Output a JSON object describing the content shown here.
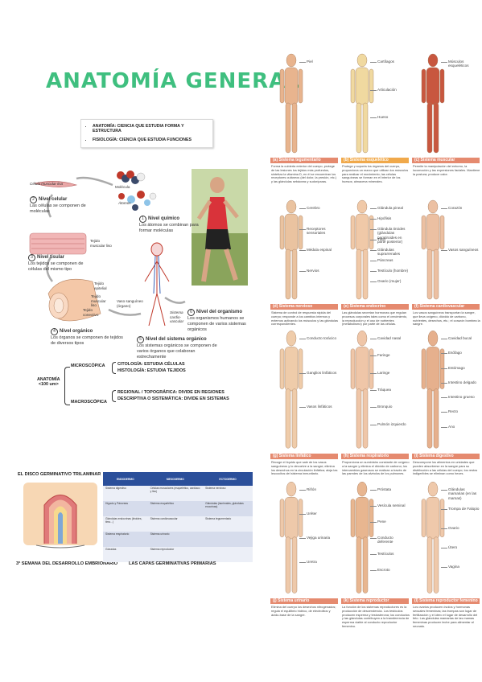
{
  "title": "ANATOMÍA GENERAL",
  "definitions": [
    "ANATOMÍA: CIENCIA QUE ESTUDIA FORMA Y ESTRUCTURA",
    "FISIOLOGÍA: CIENCIA QUE ESTUDIA FUNCIONES"
  ],
  "levels": {
    "chemical": {
      "num": "1",
      "title": "Nivel químico",
      "text": "Los átomos se combinan para formar moléculas",
      "atoms": "Átomos",
      "molecule": "Molécula"
    },
    "cellular": {
      "num": "2",
      "title": "Nivel celular",
      "text": "Las células se componen de moléculas",
      "cell": "Célula muscular lisa"
    },
    "tissue": {
      "num": "3",
      "title": "Nivel tisular",
      "text": "Los tejidos se componen de células del mismo tipo",
      "label": "Tejido muscular liso"
    },
    "organ": {
      "num": "4",
      "title": "Nivel orgánico",
      "text": "Los órganos se componen de tejidos de diversos tipos",
      "l1": "Tejido epitelial",
      "l2": "Tejido muscular liso",
      "l3": "Tejido conectivo"
    },
    "system": {
      "num": "5",
      "title": "Nivel del sistema orgánico",
      "text": "Los sistemas orgánicos se componen de varios órganos que colaboran estrechamente",
      "vessel": "Vaso sanguíneo (órgano)",
      "cardio": "Sistema cardio-vascular"
    },
    "organism": {
      "num": "6",
      "title": "Nivel del organismo",
      "text": "Los organismos humanos se componen de varios sistemas orgánicos"
    }
  },
  "tree": {
    "root": "ANATOMÍA",
    "root_sub": "<100 um>",
    "micro": "MICROSCÓPICA",
    "micro_items": [
      "CITOLOGÍA: ESTUDIA CÉLULAS",
      "HISTOLOGÍA: ESTUDIA TEJIDOS"
    ],
    "macro": "MACROSCÓPICA",
    "macro_items": [
      "REGIONAL / TOPOGRÁFICA: DIVIDE EN REGIONES",
      "DESCRIPTIVA O SISTEMÁTICA: DIVIDE EN SISTEMAS"
    ]
  },
  "disc_title": "EL DISCO GERMINATIVO TRILAMINAR",
  "disc_caption": "3ª SEMANA DEL DESARROLLO EMBRIONARIO",
  "layers_caption": "LAS CAPAS GERMINATIVAS PRIMARIAS",
  "layers_table": {
    "headers": [
      "ENDODERMO",
      "MESODERMO",
      "ECTODERMO"
    ],
    "rows": [
      [
        "Sistema digestivo",
        "Células musculares (esquelético, cardíaco y liso)",
        "Sistema nervioso"
      ],
      [
        "Hígado y Páncreas",
        "Sistema esquelético",
        "Glándulas (lacrimales, glándulas exocrinas)"
      ],
      [
        "Glándulas endocrinas (tiroides, timo...)",
        "Sistema cardiovascular",
        "Sistema tegumentario"
      ],
      [
        "Sistema respiratorio",
        "Sistema urinario",
        ""
      ],
      [
        "Gónadas",
        "Sistema reproductor",
        ""
      ]
    ]
  },
  "systems": [
    {
      "label": "(a) Sistema tegumentario",
      "color": "#e58a6f",
      "desc": "Forma la cubierta exterior del cuerpo, protege de las lesiones los tejidos más profundos, sintetiza la vitamina D, en él se encuentran los receptores cutáneos (del dolor, la presión, etc.) y las glándulas sebáceas y sudoríparas.",
      "annotations": [
        "Piel"
      ]
    },
    {
      "label": "(b) Sistema esquelético",
      "color": "#f0a94b",
      "desc": "Protege y soporta los órganos del cuerpo, proporciona un marco que utilizan los músculos para realizar el movimiento; las células sanguíneas se forman en el interior de los huesos; almacena minerales.",
      "annotations": [
        "Cartílagos",
        "Articulación",
        "Hueso"
      ]
    },
    {
      "label": "(c) Sistema muscular",
      "color": "#e58a6f",
      "desc": "Permite la manipulación del entorno, la locomoción y las expresiones faciales. Mantiene la postura; produce calor.",
      "annotations": [
        "Músculos esqueléticos"
      ]
    },
    {
      "label": "(d) Sistema nervioso",
      "color": "#e58a6f",
      "desc": "Sistema de control de respuesta rápida del cuerpo; responde a los cambios internos y externos activando los músculos y las glándulas correspondientes.",
      "annotations": [
        "Cerebro",
        "Receptores sensoriales",
        "Médula espinal",
        "Nervios"
      ]
    },
    {
      "label": "(e) Sistema endocrino",
      "color": "#e58a6f",
      "desc": "Las glándulas secretan hormonas que regulan procesos corporales tales como el crecimiento, la reproducción y el uso de nutrientes (metabolismo) por parte de las células.",
      "annotations": [
        "Glándula pineal",
        "Hipófisis",
        "Glándula tiroides (glándulas paratiroides en parte posterior)",
        "Timo",
        "Glándulas suprarrenales",
        "Páncreas",
        "Testículo (hombre)",
        "Ovario (mujer)"
      ]
    },
    {
      "label": "(f) Sistema cardiovascular",
      "color": "#e58a6f",
      "desc": "Los vasos sanguíneos transportan la sangre, que lleva oxígeno, dióxido de carbono, nutrientes, desechos, etc.; el corazón bombea la sangre.",
      "annotations": [
        "Corazón",
        "Vasos sanguíneos"
      ]
    },
    {
      "label": "(g) Sistema linfático",
      "color": "#e58a6f",
      "desc": "Recoge el líquido que sale de los vasos sanguíneos y lo devuelve a la sangre; elimina los desechos en la circulación linfática; aloja las leucocitos del sistema inmunitario.",
      "annotations": [
        "Conducto torácico",
        "Ganglios linfáticos",
        "Vasos linfáticos"
      ]
    },
    {
      "label": "(h) Sistema respiratorio",
      "color": "#e58a6f",
      "desc": "Proporciona un suministro constante de oxígeno a la sangre y elimina el dióxido de carbono; los intercambios gaseosos se realizan a través de las paredes de los alvéolos de los pulmones.",
      "annotations": [
        "Cavidad nasal",
        "Faringe",
        "Laringe",
        "Tráquea",
        "Bronquio",
        "Pulmón izquierdo"
      ]
    },
    {
      "label": "(i) Sistema digestivo",
      "color": "#e58a6f",
      "desc": "Descompone los alimentos en unidades que pueden absorberse en la sangre para su distribución a las células del cuerpo; los restos indigeribles se eliminan como heces.",
      "annotations": [
        "Cavidad bucal",
        "Esófago",
        "Estómago",
        "Intestino delgado",
        "Intestino grueso",
        "Recto",
        "Ano"
      ]
    },
    {
      "label": "(j) Sistema urinario",
      "color": "#e58a6f",
      "desc": "Elimina del cuerpo los desechos nitrogenados; regula el equilibrio hídrico, de electrolitos y ácido-base de la sangre.",
      "annotations": [
        "Riñón",
        "Uréter",
        "Vejiga urinaria",
        "Uretra"
      ]
    },
    {
      "label": "(k) Sistema reproductor masculino",
      "color": "#e58a6f",
      "desc": "La función de los sistemas reproductores es la producción de descendencia. Los testículos producen esperma y testosterona; los conductos y las glándulas contribuyen a la transferencia de esperma viable al conducto reproductor femenino.",
      "annotations": [
        "Próstata",
        "Vesícula seminal",
        "Pene",
        "Conducto deferente",
        "Testículos",
        "Escroto"
      ]
    },
    {
      "label": "(l) Sistema reproductor femenino",
      "color": "#e58a6f",
      "desc": "Los ovarios producen óvulos y hormonas sexuales femeninas; las trompas son lugar de fertilización y el útero el lugar de desarrollo del feto. Las glándulas mamarias de las mamas femeninas producen leche para alimentar al neonato.",
      "annotations": [
        "Glándulas mamarias (en las mamas)",
        "Trompa de Falopio",
        "Ovario",
        "Útero",
        "Vagina"
      ]
    }
  ]
}
